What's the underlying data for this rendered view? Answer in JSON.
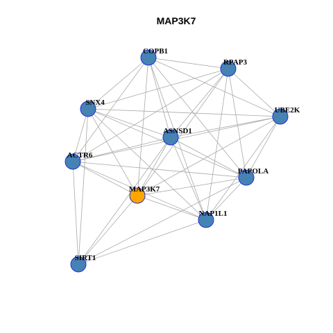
{
  "title": "MAP3K7",
  "colors": {
    "hub_fill": "#FFA500",
    "node_fill": "#4682B4",
    "node_stroke": "#1E2FD6",
    "edge": "#A8A8A8"
  },
  "nodes": [
    {
      "id": "COPB1",
      "label": "COPB1",
      "hub": false
    },
    {
      "id": "RPAP3",
      "label": "RPAP3",
      "hub": false
    },
    {
      "id": "SNX4",
      "label": "SNX4",
      "hub": false
    },
    {
      "id": "UBE2K",
      "label": "UBE2K",
      "hub": false
    },
    {
      "id": "ASNSD1",
      "label": "ASNSD1",
      "hub": false
    },
    {
      "id": "ACTR6",
      "label": "ACTR6",
      "hub": false
    },
    {
      "id": "PAPOLA",
      "label": "PAPOLA",
      "hub": false
    },
    {
      "id": "MAP3K7",
      "label": "MAP3K7",
      "hub": true
    },
    {
      "id": "NAP1L1",
      "label": "NAP1L1",
      "hub": false
    },
    {
      "id": "SIRT1",
      "label": "SIRT1",
      "hub": false
    }
  ],
  "edges": [
    [
      "COPB1",
      "RPAP3"
    ],
    [
      "COPB1",
      "UBE2K"
    ],
    [
      "COPB1",
      "SNX4"
    ],
    [
      "COPB1",
      "ACTR6"
    ],
    [
      "COPB1",
      "ASNSD1"
    ],
    [
      "COPB1",
      "PAPOLA"
    ],
    [
      "COPB1",
      "MAP3K7"
    ],
    [
      "COPB1",
      "NAP1L1"
    ],
    [
      "RPAP3",
      "SNX4"
    ],
    [
      "RPAP3",
      "UBE2K"
    ],
    [
      "RPAP3",
      "ASNSD1"
    ],
    [
      "RPAP3",
      "ACTR6"
    ],
    [
      "RPAP3",
      "PAPOLA"
    ],
    [
      "RPAP3",
      "MAP3K7"
    ],
    [
      "RPAP3",
      "NAP1L1"
    ],
    [
      "SNX4",
      "UBE2K"
    ],
    [
      "SNX4",
      "ASNSD1"
    ],
    [
      "SNX4",
      "ACTR6"
    ],
    [
      "SNX4",
      "PAPOLA"
    ],
    [
      "SNX4",
      "MAP3K7"
    ],
    [
      "SNX4",
      "NAP1L1"
    ],
    [
      "SNX4",
      "SIRT1"
    ],
    [
      "UBE2K",
      "ASNSD1"
    ],
    [
      "UBE2K",
      "ACTR6"
    ],
    [
      "UBE2K",
      "PAPOLA"
    ],
    [
      "UBE2K",
      "MAP3K7"
    ],
    [
      "UBE2K",
      "NAP1L1"
    ],
    [
      "ASNSD1",
      "ACTR6"
    ],
    [
      "ASNSD1",
      "PAPOLA"
    ],
    [
      "ASNSD1",
      "MAP3K7"
    ],
    [
      "ASNSD1",
      "NAP1L1"
    ],
    [
      "ASNSD1",
      "SIRT1"
    ],
    [
      "ACTR6",
      "PAPOLA"
    ],
    [
      "ACTR6",
      "MAP3K7"
    ],
    [
      "ACTR6",
      "NAP1L1"
    ],
    [
      "ACTR6",
      "SIRT1"
    ],
    [
      "PAPOLA",
      "MAP3K7"
    ],
    [
      "PAPOLA",
      "NAP1L1"
    ],
    [
      "PAPOLA",
      "SIRT1"
    ],
    [
      "MAP3K7",
      "NAP1L1"
    ],
    [
      "MAP3K7",
      "SIRT1"
    ],
    [
      "NAP1L1",
      "SIRT1"
    ]
  ]
}
